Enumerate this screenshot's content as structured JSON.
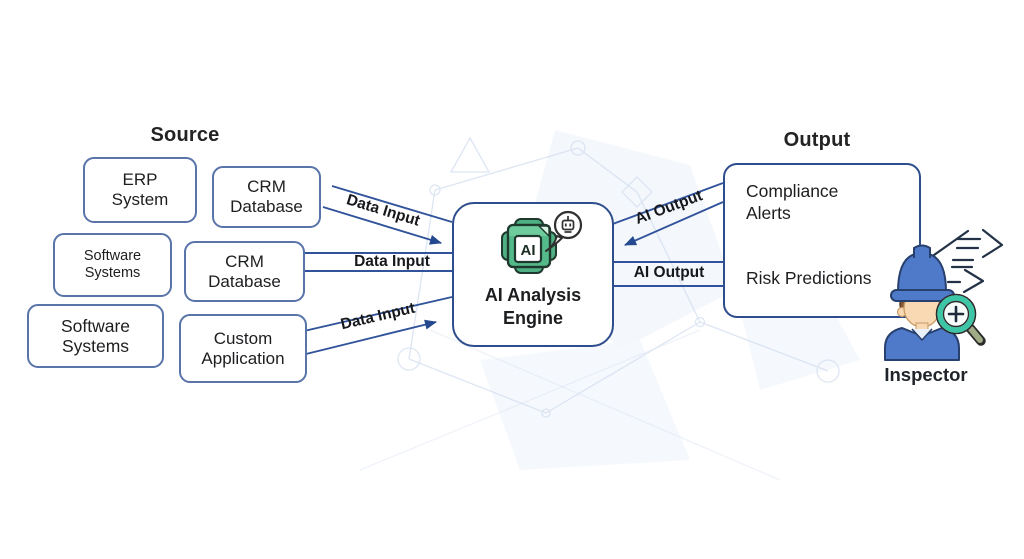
{
  "headings": {
    "source": "Source",
    "output": "Output"
  },
  "source_boxes": [
    {
      "label": "ERP System"
    },
    {
      "label": "CRM Database"
    },
    {
      "label": "Software Systems"
    },
    {
      "label": "CRM Database"
    },
    {
      "label": "Software Systems"
    },
    {
      "label": "Custom Application"
    }
  ],
  "engine": {
    "label": "AI Analysis Engine",
    "chip_text": "AI"
  },
  "output_panel": {
    "items": [
      {
        "label": "Compliance Alerts"
      },
      {
        "label": "Risk Predictions"
      }
    ]
  },
  "connectors": {
    "inputs": [
      {
        "label": "Data Input"
      },
      {
        "label": "Data Input"
      },
      {
        "label": "Data Input"
      }
    ],
    "outputs": [
      {
        "label": "AI Output"
      },
      {
        "label": "AI Output"
      }
    ]
  },
  "inspector": {
    "label": "Inspector"
  },
  "palette": {
    "connector_line": "#31539b",
    "arrowhead": "#24498f",
    "box_border": "#5874a9",
    "panel_border": "#2e4d8c",
    "chip_green": "#55ba89",
    "hat_blue": "#4f79c9",
    "magnifier_teal": "#3cc6a6",
    "text": "#1d1e20"
  }
}
